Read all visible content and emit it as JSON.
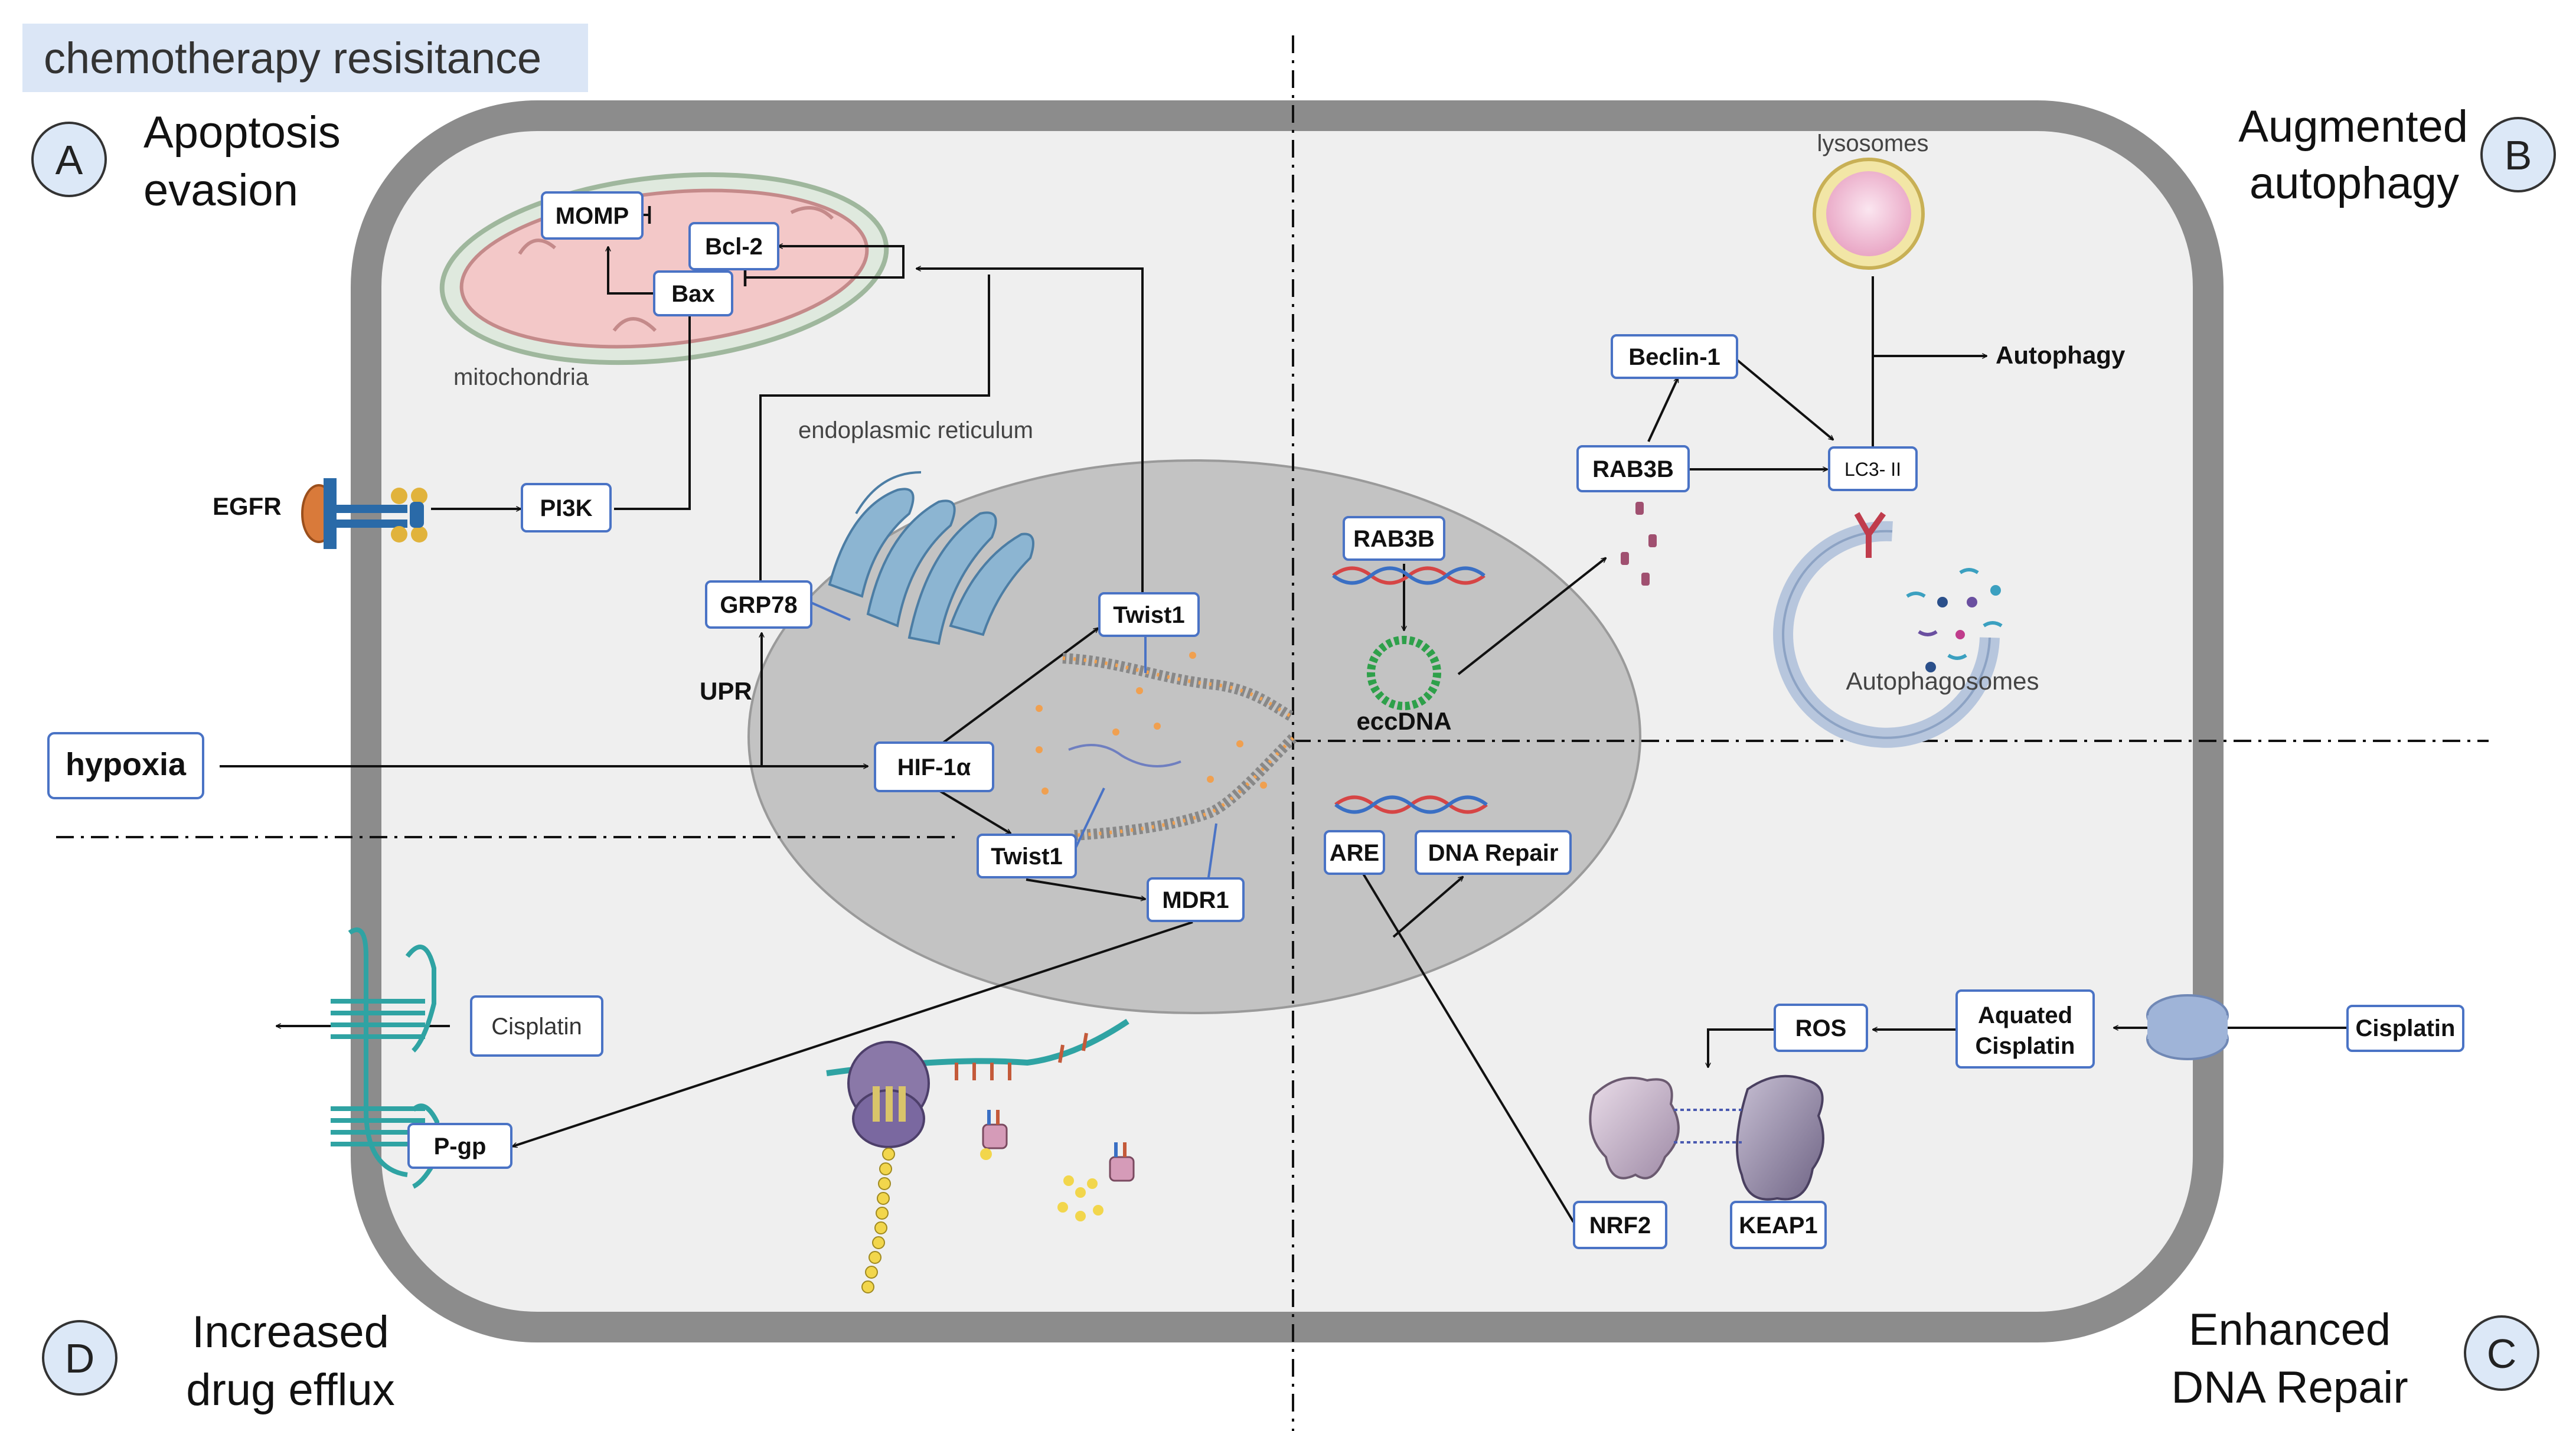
{
  "title": "chemotherapy resisitance",
  "colors": {
    "cell_border": "#8c8c8c",
    "cytoplasm": "#efefef",
    "nucleus": "#c3c3c3",
    "box_border": "#4a73c5",
    "panel_badge_fill": "#dce8f7",
    "title_fill": "#dbe6f6",
    "mitochondria": "#f3c8c8",
    "er": "#8cb5d2",
    "membrane_channel": "#2fa3a3",
    "dna_red": "#d64545",
    "dna_blue": "#3a6fc4"
  },
  "panels": {
    "A": {
      "badge": "A",
      "line1": "Apoptosis",
      "line2": "evasion"
    },
    "B": {
      "badge": "B",
      "line1": "Augmented",
      "line2": "autophagy"
    },
    "C": {
      "badge": "C",
      "line1": "Enhanced",
      "line2": "DNA Repair"
    },
    "D": {
      "badge": "D",
      "line1": "Increased",
      "line2": "drug efflux"
    }
  },
  "labels": {
    "mitochondria": "mitochondria",
    "er": "endoplasmic reticulum",
    "egfr": "EGFR",
    "upr": "UPR",
    "lysosomes": "lysosomes",
    "autophagy": "Autophagy",
    "autophagosomes": "Autophagosomes",
    "eccdna": "eccDNA"
  },
  "boxes": {
    "momp": "MOMP",
    "bcl2": "Bcl-2",
    "bax": "Bax",
    "pi3k": "PI3K",
    "grp78": "GRP78",
    "hypoxia": "hypoxia",
    "hif1a": "HIF-1α",
    "twist1_top": "Twist1",
    "twist1_bottom": "Twist1",
    "mdr1": "MDR1",
    "cisplatin_left": "Cisplatin",
    "pgp": "P-gp",
    "rab3b_nuc": "RAB3B",
    "beclin1": "Beclin-1",
    "rab3b_cyto": "RAB3B",
    "lc3": "LC3- II",
    "are": "ARE",
    "dna_repair": "DNA Repair",
    "ros": "ROS",
    "aquated_cisplatin_1": "Aquated",
    "aquated_cisplatin_2": "Cisplatin",
    "cisplatin_right": "Cisplatin",
    "nrf2": "NRF2",
    "keap1": "KEAP1"
  }
}
